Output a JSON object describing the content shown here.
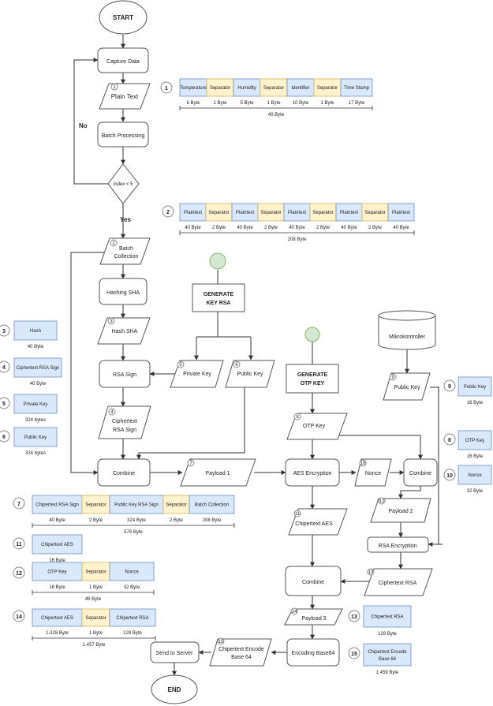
{
  "terminals": {
    "start": "START",
    "end": "END"
  },
  "process": {
    "capture": "Capture Data",
    "batch": "Batch Processing",
    "hashing": "Hashing SHA",
    "rsa_sign": "RSA Sign",
    "combine1": "Combine",
    "aes": "AES Encryption",
    "combine2": "Combine",
    "rsa_enc": "RSA Encryption",
    "combine3": "Combine",
    "encoding": "Encoding Base64",
    "send": "Send to Server",
    "gen_rsa_1": "GENERATE",
    "gen_rsa_2": "KEY RSA",
    "gen_otp_1": "GENERATE",
    "gen_otp_2": "OTP KEY"
  },
  "decision": {
    "label": "Index < 5",
    "no": "No",
    "yes": "Yes"
  },
  "database": {
    "label": "Mikrokontroller"
  },
  "io": {
    "plain_text": {
      "num": "1",
      "label": "Plain Text"
    },
    "batch_collection": {
      "num": "2",
      "l1": "Batch",
      "l2": "Collection"
    },
    "hash_sha": {
      "num": "3",
      "label": "Hash SHA"
    },
    "cipher_rsa_sign": {
      "num": "4",
      "l1": "Ciphertext",
      "l2": "RSA Sign"
    },
    "private_key": {
      "num": "5",
      "label": "Private Key"
    },
    "public_key": {
      "num": "6",
      "label": "Public Key"
    },
    "payload1": {
      "num": "7",
      "label": "Payload 1"
    },
    "otp_key": {
      "num": "8",
      "label": "OTP Key"
    },
    "public_key2": {
      "num": "9",
      "label": "Public Key"
    },
    "nonce": {
      "num": "10",
      "label": "Nonce"
    },
    "cipher_aes": {
      "num": "11",
      "label": "Chipertext AES"
    },
    "payload2": {
      "num": "12",
      "label": "Payload 2"
    },
    "cipher_rsa": {
      "num": "13",
      "label": "Ciphertext RSA"
    },
    "payload3": {
      "num": "14",
      "label": "Payload 3"
    },
    "cipher_b64": {
      "num": "15",
      "l1": "Chipertext Encode",
      "l2": "Base 64"
    }
  },
  "tables": {
    "t1": {
      "num": "1",
      "cells": [
        {
          "label": "Temperature",
          "size": "6 Byte",
          "kind": "blue"
        },
        {
          "label": "Separator",
          "size": "1 Byte",
          "kind": "yellow"
        },
        {
          "label": "Humidity",
          "size": "5 Byte",
          "kind": "blue"
        },
        {
          "label": "Separator",
          "size": "1 Byte",
          "kind": "yellow"
        },
        {
          "label": "Identifier",
          "size": "10 Byte",
          "kind": "blue"
        },
        {
          "label": "Separator",
          "size": "1 Byte",
          "kind": "yellow"
        },
        {
          "label": "Time Stamp",
          "size": "17 Byte",
          "kind": "blue"
        }
      ],
      "total": "40 Byte"
    },
    "t2": {
      "num": "2",
      "cells": [
        {
          "label": "Plaintext",
          "size": "40 Byte",
          "kind": "blue"
        },
        {
          "label": "Separator",
          "size": "2 Byte",
          "kind": "yellow"
        },
        {
          "label": "Plaintext",
          "size": "40 Byte",
          "kind": "blue"
        },
        {
          "label": "Separator",
          "size": "2 Byte",
          "kind": "yellow"
        },
        {
          "label": "Plaintext",
          "size": "40 Byte",
          "kind": "blue"
        },
        {
          "label": "Separator",
          "size": "2 Byte",
          "kind": "yellow"
        },
        {
          "label": "Plaintext",
          "size": "40 Byte",
          "kind": "blue"
        },
        {
          "label": "Separator",
          "size": "2 Byte",
          "kind": "yellow"
        },
        {
          "label": "Plaintext",
          "size": "40 Byte",
          "kind": "blue"
        }
      ],
      "total": "208 Byte"
    },
    "t7": {
      "num": "7",
      "cells": [
        {
          "label": "Chipertext RSA Sign",
          "size": "40 Byte",
          "kind": "blue"
        },
        {
          "label": "Separator",
          "size": "2 Byte",
          "kind": "yellow"
        },
        {
          "label": "Public Key RSA Sign",
          "size": "324 Byte",
          "kind": "blue"
        },
        {
          "label": "Separator",
          "size": "2 Byte",
          "kind": "yellow"
        },
        {
          "label": "Batch Collection",
          "size": "208 Byte",
          "kind": "blue"
        }
      ],
      "total": "576 Byte"
    },
    "t12": {
      "num": "12",
      "cells": [
        {
          "label": "OTP Key",
          "size": "16 Byte",
          "kind": "blue"
        },
        {
          "label": "Separator",
          "size": "1 Byte",
          "kind": "yellow"
        },
        {
          "label": "Nonce",
          "size": "32 Byte",
          "kind": "blue"
        }
      ],
      "total": "49 Byte"
    },
    "t14": {
      "num": "14",
      "cells": [
        {
          "label": "Chipertext AES",
          "size": "1.328 Byte",
          "kind": "blue"
        },
        {
          "label": "Separator",
          "size": "1 Byte",
          "kind": "yellow"
        },
        {
          "label": "Chipertext RSA",
          "size": "128 Byte",
          "kind": "blue"
        }
      ],
      "total": "1.457 Byte"
    }
  },
  "legend": [
    {
      "num": "3",
      "label": "Hash",
      "size": "40 Byte"
    },
    {
      "num": "4",
      "label": "Ciphertext RSA Sign",
      "size": "40 Byte"
    },
    {
      "num": "5",
      "label": "Private Key",
      "size": "324 bytes"
    },
    {
      "num": "6",
      "label": "Public Key",
      "size": "324 bytes"
    },
    {
      "num": "11",
      "label": "Chipertext AES",
      "size": "16 Byte"
    },
    {
      "num": "9",
      "label": "Public Key",
      "size": "16 Byte"
    },
    {
      "num": "8",
      "label": "OTP Key",
      "size": "16 Byte"
    },
    {
      "num": "10",
      "label": "Nonce",
      "size": "32 Byte"
    },
    {
      "num": "13",
      "label": "Chipertext RSA",
      "size": "128 Byte"
    },
    {
      "num": "15",
      "l1": "Chipertext Encode",
      "l2": "Base 64",
      "size": "1.459 Byte"
    }
  ]
}
